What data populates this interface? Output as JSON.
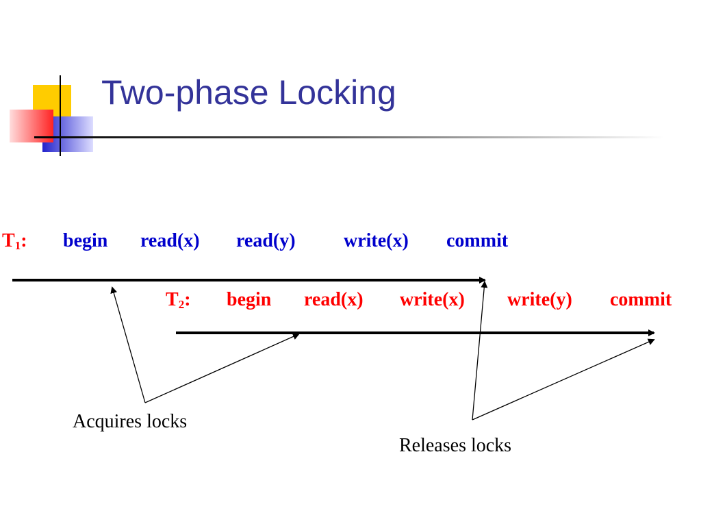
{
  "title": "Two-phase Locking",
  "t1": {
    "label": "T",
    "sub": "1",
    "colon": ":",
    "ops": [
      "begin",
      "read(x)",
      "read(y)",
      "write(x)",
      "commit"
    ]
  },
  "t2": {
    "label": "T",
    "sub": "2",
    "colon": ":",
    "ops": [
      "begin",
      "read(x)",
      "write(x)",
      "write(y)",
      "commit"
    ]
  },
  "annotations": {
    "acquires": "Acquires locks",
    "releases": "Releases locks"
  },
  "colors": {
    "title": "#333399",
    "t1_ops": "#0000cc",
    "t2_ops": "#ff0000",
    "labels": "#ff0000"
  }
}
